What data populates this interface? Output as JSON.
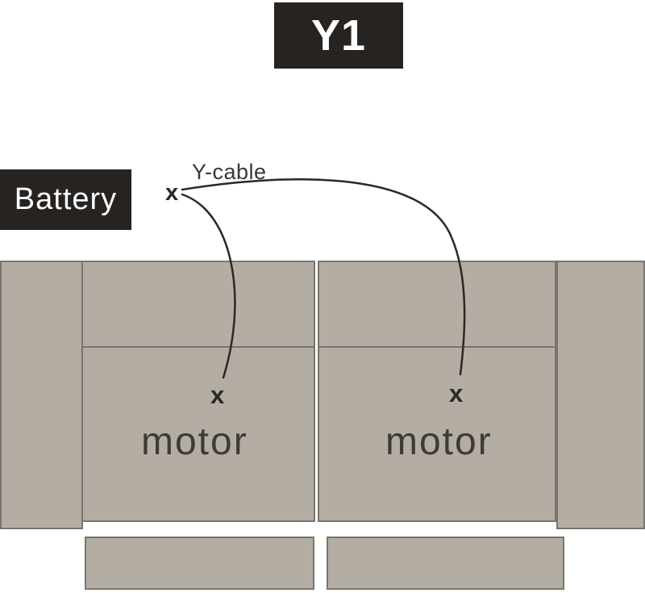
{
  "diagram": {
    "title": "Y1",
    "battery_label": "Battery",
    "cable_label": "Y-cable",
    "battery_marker": "x",
    "seats": [
      {
        "label": "motor",
        "marker": "x"
      },
      {
        "label": "motor",
        "marker": "x"
      }
    ],
    "colors": {
      "label_box_bg": "#262321",
      "label_box_text": "#ffffff",
      "sofa_fill": "#b4ada4",
      "sofa_border": "#7a756d",
      "cable_line": "#2b2825",
      "text_dark": "#3b3733"
    }
  }
}
